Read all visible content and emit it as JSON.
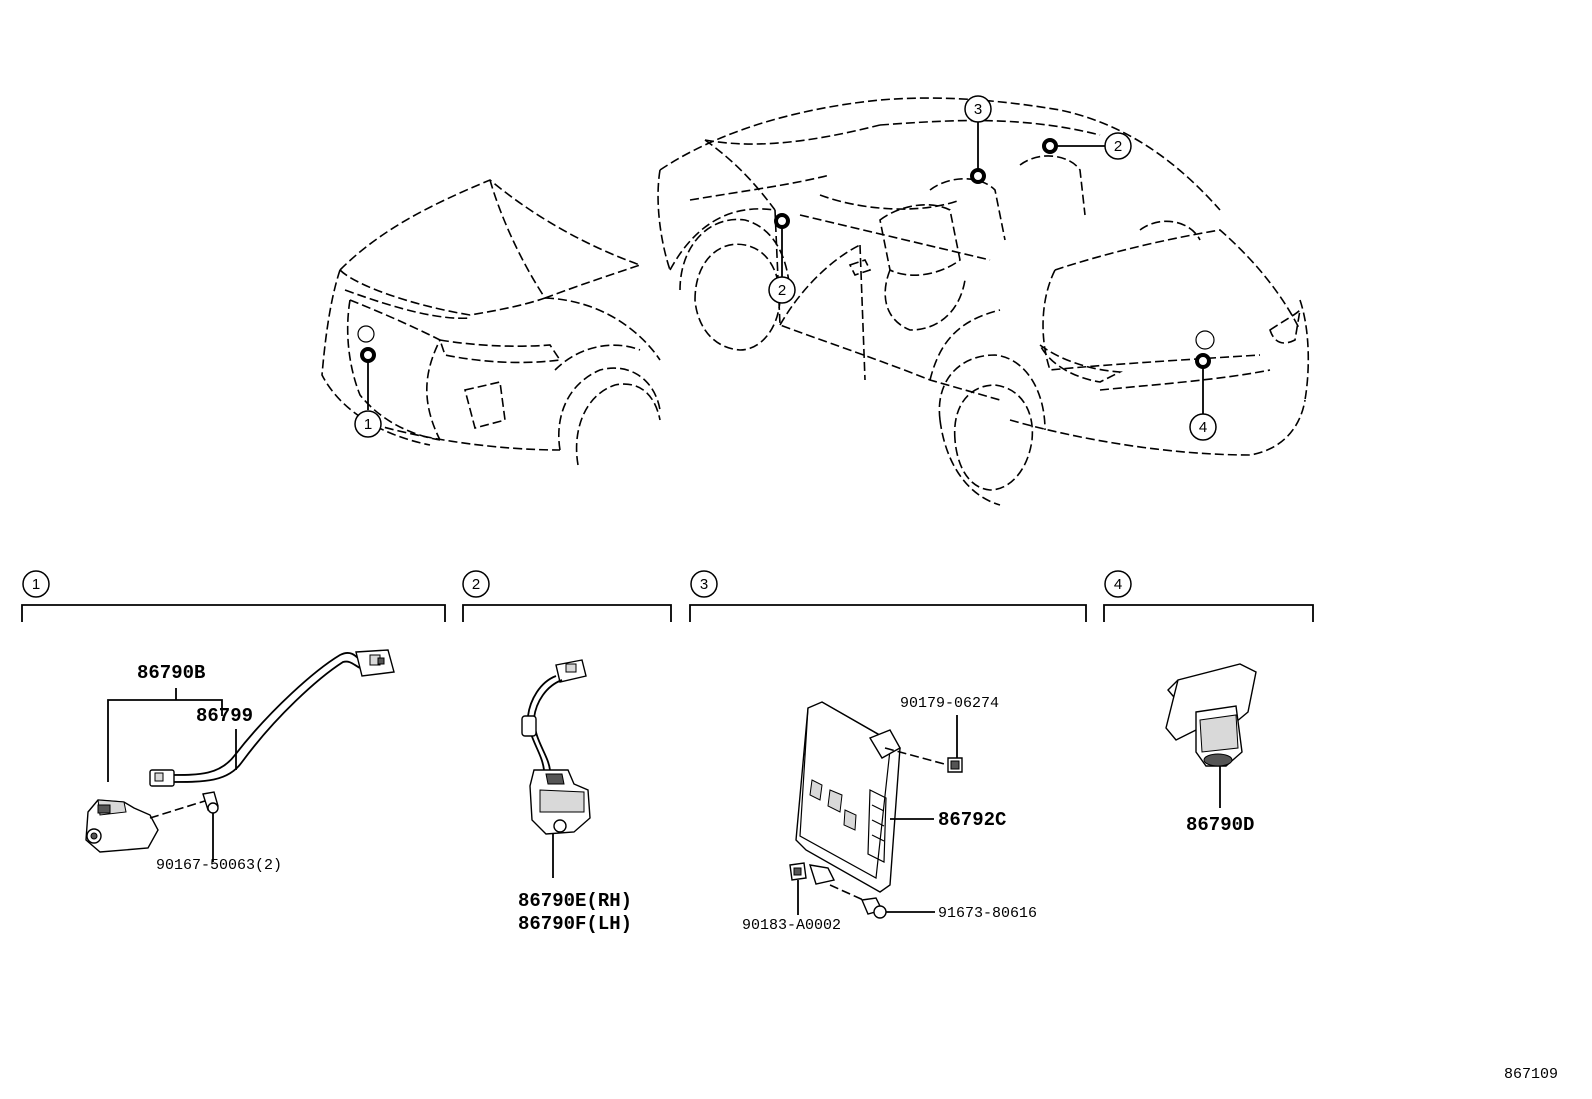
{
  "callouts": {
    "c1": "1",
    "c2": "2",
    "c3": "3",
    "c4": "4"
  },
  "groups": [
    {
      "id": "1",
      "parts": [
        "86790B",
        "86799",
        "90167-50063(2)"
      ]
    },
    {
      "id": "2",
      "parts": [
        "86790E(RH)",
        "86790F(LH)"
      ]
    },
    {
      "id": "3",
      "parts": [
        "90179-06274",
        "86792C",
        "90183-A0002",
        "91673-80616"
      ]
    },
    {
      "id": "4",
      "parts": [
        "86790D"
      ]
    }
  ],
  "labels": {
    "p86790B": "86790B",
    "p86799": "86799",
    "p90167": "90167-50063(2)",
    "p86790E": "86790E(RH)",
    "p86790F": "86790F(LH)",
    "p90179": "90179-06274",
    "p86792C": "86792C",
    "p90183": "90183-A0002",
    "p91673": "91673-80616",
    "p86790D": "86790D",
    "diagram_id": "867109"
  }
}
